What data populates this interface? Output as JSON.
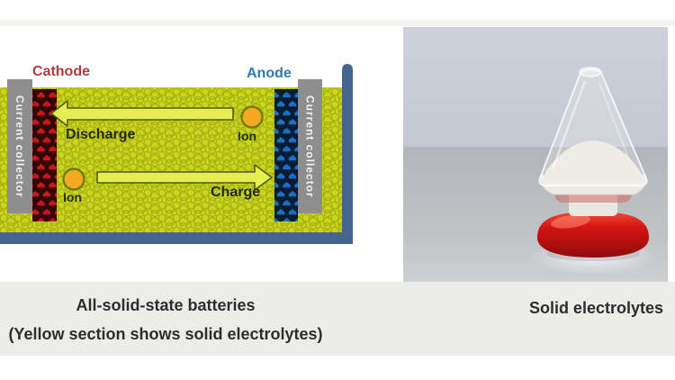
{
  "diagram": {
    "cathode_label": "Cathode",
    "anode_label": "Anode",
    "discharge_label": "Discharge",
    "charge_label": "Charge",
    "ion_top_label": "Ion",
    "ion_bottom_label": "Ion",
    "current_collector_left": "Current collector",
    "current_collector_right": "Current collector",
    "caption_line1": "All-solid-state batteries",
    "caption_line2": "(Yellow section shows solid electrolytes)"
  },
  "photo": {
    "caption": "Solid electrolytes"
  },
  "colors": {
    "electrolyte_yellow": "#cbd51d",
    "electrolyte_outline": "#a6b112",
    "arrow_fill": "#e7ee52",
    "arrow_outline": "#4f5c10",
    "cathode_red": "#c5181d",
    "cathode_outline": "#330607",
    "anode_blue": "#1b6fc2",
    "anode_outline": "#0a1c33",
    "collector_gray": "#8e8e8e",
    "container_blue": "#45648e",
    "ion_orange": "#f4a91e",
    "ion_outline": "#6f7d0f",
    "cathode_label_color": "#b23a3c",
    "anode_label_color": "#2b79b8",
    "vial_red": "#d41414",
    "caption_band_bg": "#ececea"
  }
}
